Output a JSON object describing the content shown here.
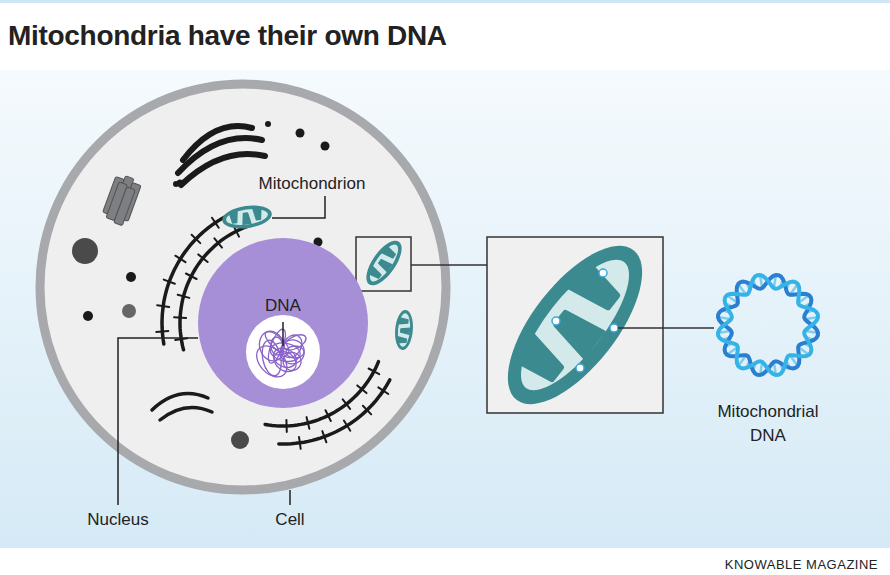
{
  "diagram": {
    "title": "Mitochondria have their own DNA",
    "nodes": [
      {
        "text": [
          "DNA"
        ]
      }
    ],
    "labels": [
      "Mitochondrion",
      "Nucleus",
      "Cell",
      "Mitochondrial DNA",
      "KNOWABLE MAGAZINE"
    ]
  }
}
